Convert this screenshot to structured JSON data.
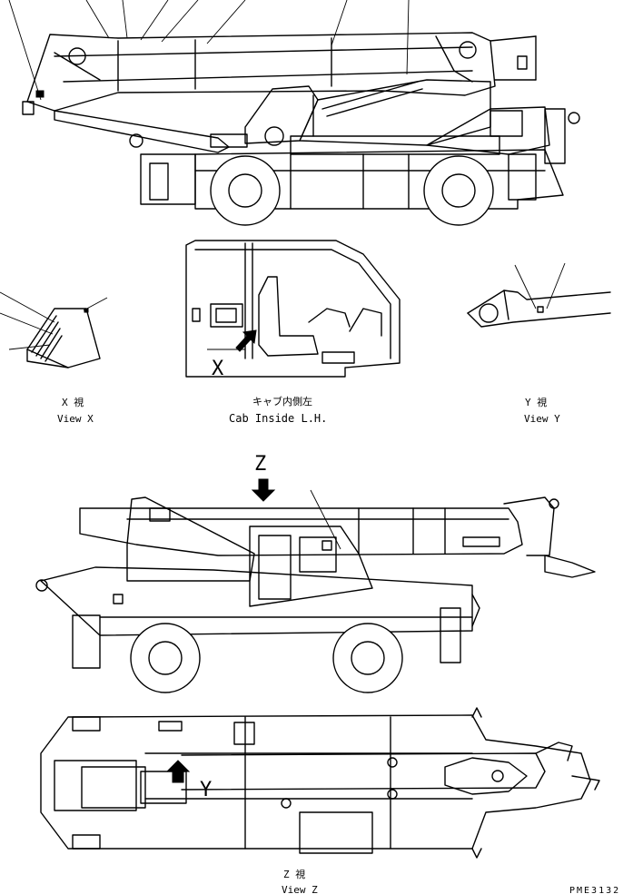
{
  "labels": {
    "view_x_jp": "X   視",
    "view_x_en": "View X",
    "cab_jp": "キャブ内側左",
    "cab_en": "Cab Inside L.H.",
    "view_y_jp": "Y   視",
    "view_y_en": "View Y",
    "view_z_jp": "Z   視",
    "view_z_en": "View Z",
    "ref_code": "PME3132"
  },
  "markers": {
    "x": "X",
    "y": "Y",
    "z": "Z"
  }
}
